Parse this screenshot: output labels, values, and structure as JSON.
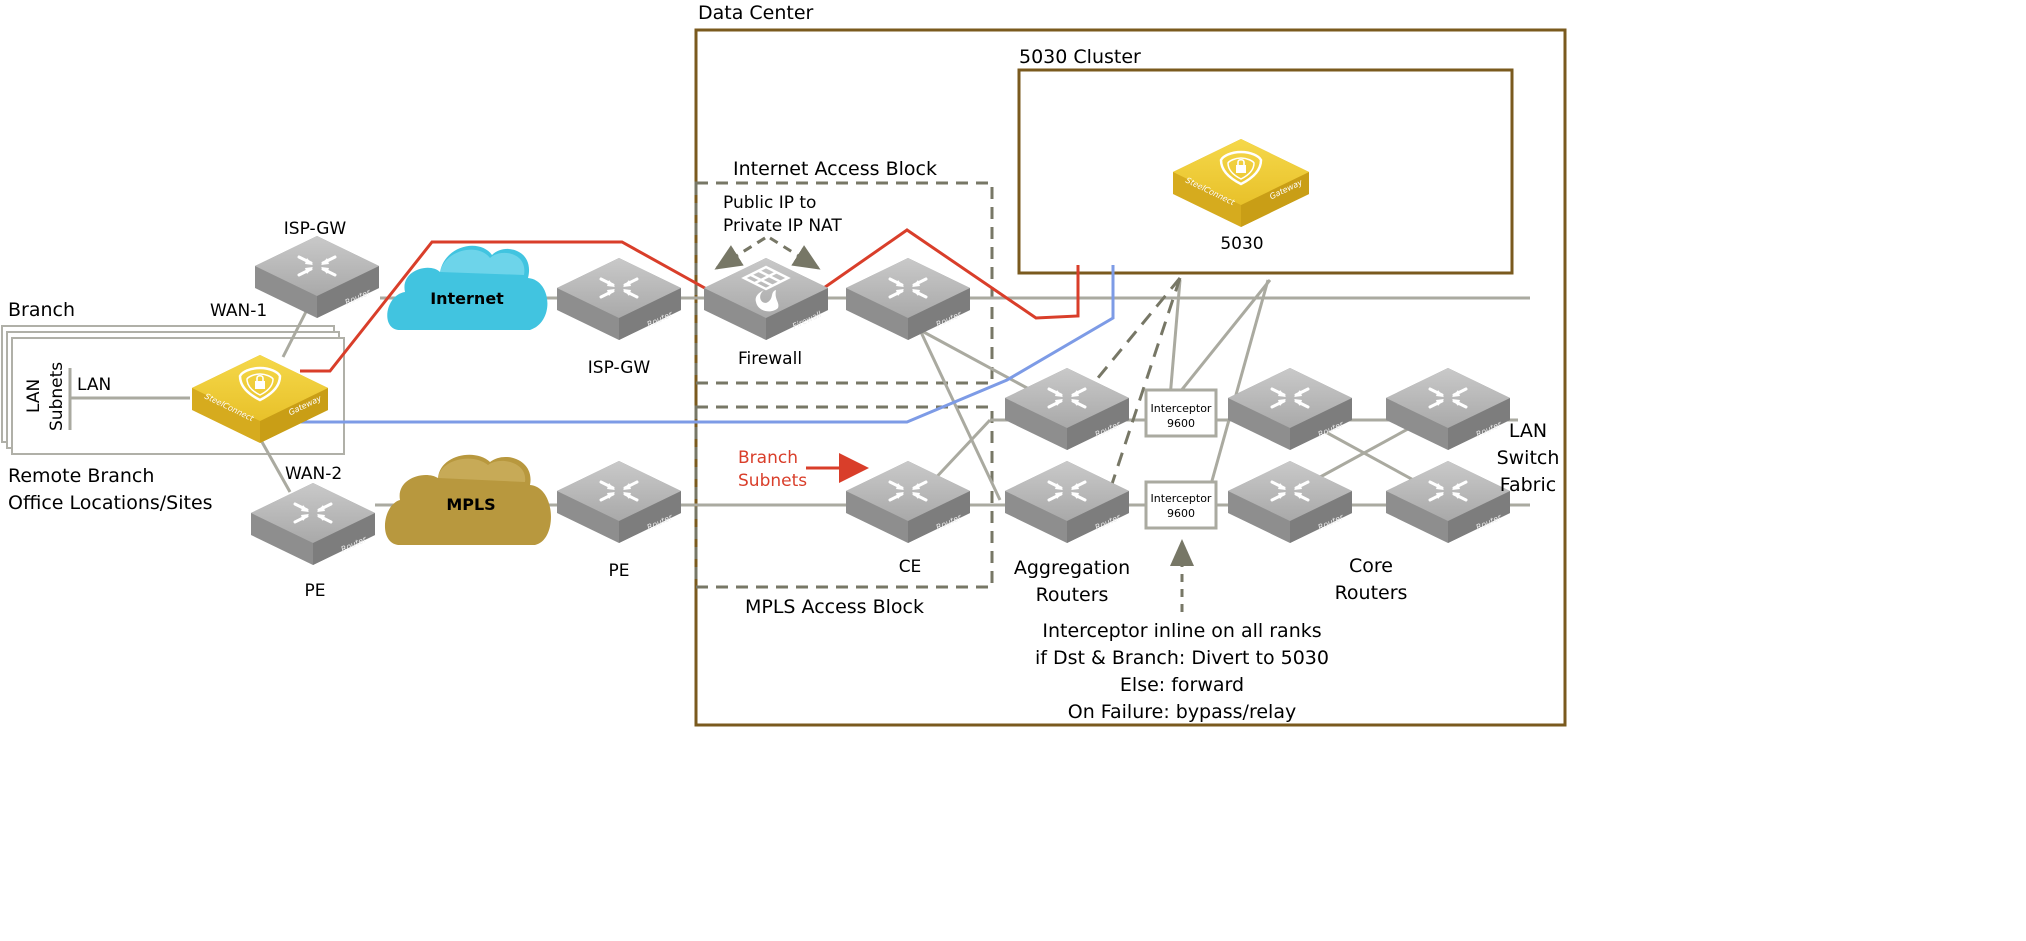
{
  "containers": {
    "data_center": "Data Center",
    "cluster": "5030 Cluster",
    "internet_block": "Internet Access Block",
    "mpls_block": "MPLS Access Block",
    "branch": "Branch",
    "branch_sites_line1": "Remote Branch",
    "branch_sites_line2": "Office Locations/Sites"
  },
  "clouds": {
    "internet": "Internet",
    "mpls": "MPLS"
  },
  "devices": {
    "isp_gw_branch": "ISP-GW",
    "pe_branch": "PE",
    "isp_gw_dc": "ISP-GW",
    "pe_dc": "PE",
    "firewall": "Firewall",
    "ce": "CE",
    "sc_5030": "5030",
    "aggregation_line1": "Aggregation",
    "aggregation_line2": "Routers",
    "core_line1": "Core",
    "core_line2": "Routers",
    "interceptor_line1": "Interceptor",
    "interceptor_line2": "9600"
  },
  "device_tags": {
    "router": "Router",
    "firewall": "Firewall",
    "gateway": "Gateway",
    "steelconnect": "SteelConnect"
  },
  "links": {
    "wan1": "WAN-1",
    "wan2": "WAN-2",
    "lan": "LAN",
    "lan_subnets_line1": "LAN",
    "lan_subnets_line2": "Subnets"
  },
  "annotations": {
    "nat_line1": "Public IP to",
    "nat_line2": "Private IP NAT",
    "branch_subnets_line1": "Branch",
    "branch_subnets_line2": "Subnets",
    "lan_fabric_line1": "LAN",
    "lan_fabric_line2": "Switch",
    "lan_fabric_line3": "Fabric",
    "interceptor_note": [
      "Interceptor inline on all ranks",
      "if Dst & Branch: Divert to 5030",
      "Else: forward",
      "On Failure: bypass/relay"
    ]
  },
  "colors": {
    "frame": "#7a5a1e",
    "link": "#aaaaa0",
    "path_red": "#d93e2a",
    "path_blue": "#7d9be6",
    "dashed": "#777766",
    "internet_cloud": "#41c4e0",
    "mpls_cloud": "#b8983e",
    "gateway_yellow": "#ecc731"
  }
}
